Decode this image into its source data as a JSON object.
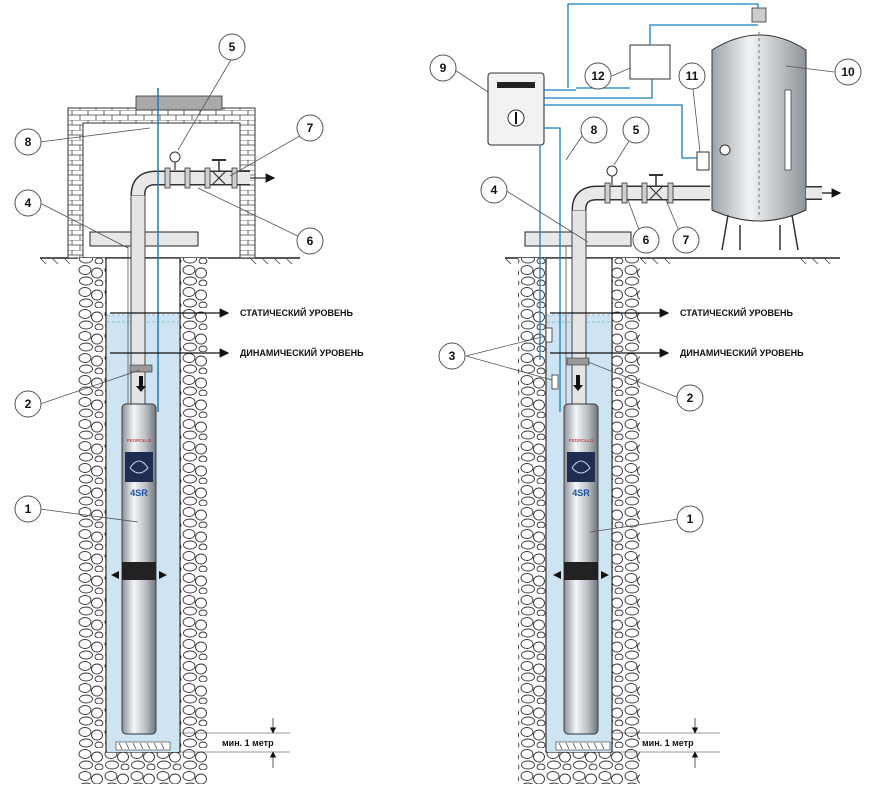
{
  "levels": {
    "static": "СТАТИЧЕСКИЙ УРОВЕНЬ",
    "dynamic": "ДИНАМИЧЕСКИЙ УРОВЕНЬ"
  },
  "min_depth": "мин. 1 метр",
  "pump_model": "4SR",
  "pump_brand": "PEDROLLO",
  "left_callouts": [
    "1",
    "2",
    "4",
    "5",
    "6",
    "7",
    "8"
  ],
  "right_callouts": [
    "1",
    "2",
    "3",
    "4",
    "5",
    "6",
    "7",
    "8",
    "9",
    "10",
    "11",
    "12"
  ],
  "colors": {
    "water": "#cfe4f3",
    "water_edge": "#8cbfe0",
    "cable": "#1a7dc4",
    "stone": "#ffffff",
    "outline": "#222222"
  }
}
